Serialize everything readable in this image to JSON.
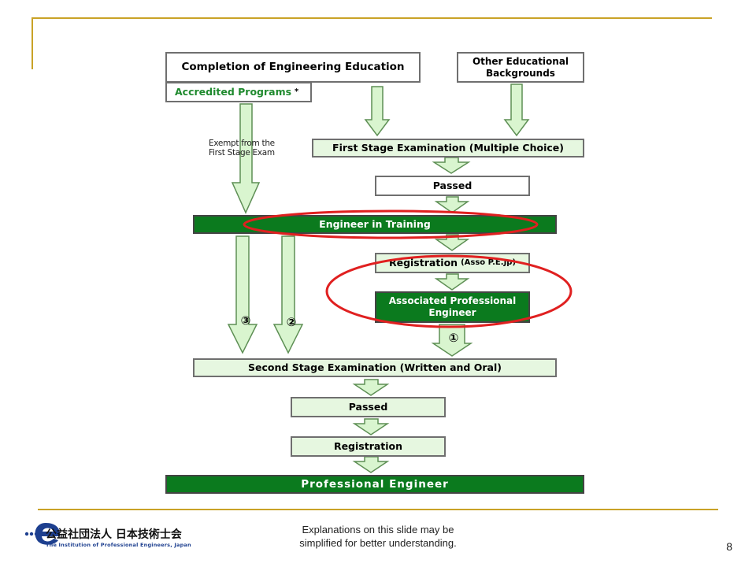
{
  "slide": {
    "footer_note_line1": "Explanations on this slide may be",
    "footer_note_line2": "simplified for better understanding.",
    "page_number": "8",
    "logo": {
      "org_name_jp": "公益社団法人 日本技術士会",
      "org_name_en": "The Institution of Professional Engineers, Japan"
    }
  },
  "diagram": {
    "completion": "Completion of Engineering Education",
    "accredited": "Accredited Programs",
    "accredited_mark": "*",
    "other_line1": "Other Educational",
    "other_line2": "Backgrounds",
    "exempt_line1": "Exempt from the",
    "exempt_line2": "First Stage Exam",
    "first_stage": "First Stage Examination (Multiple Choice)",
    "passed_1": "Passed",
    "eit": "Engineer in Training",
    "registration_1": "Registration",
    "registration_1_suffix": "(Asso P.E.Jp)",
    "ape_line1": "Associated Professional",
    "ape_line2": "Engineer",
    "route_1": "①",
    "route_2": "②",
    "route_3": "③",
    "second_stage": "Second Stage Examination (Written and Oral)",
    "passed_2": "Passed",
    "registration_2": "Registration",
    "pe": "Professional Engineer"
  },
  "colors": {
    "frame_gold": "#c9a227",
    "dark_green": "#0b7a1e",
    "pale_green": "#e6f7e0",
    "accredited_text": "#1f8a2e",
    "highlight_red": "#e02020",
    "arrow_fill": "#d9f5cf",
    "arrow_stroke": "#5e8f55"
  }
}
